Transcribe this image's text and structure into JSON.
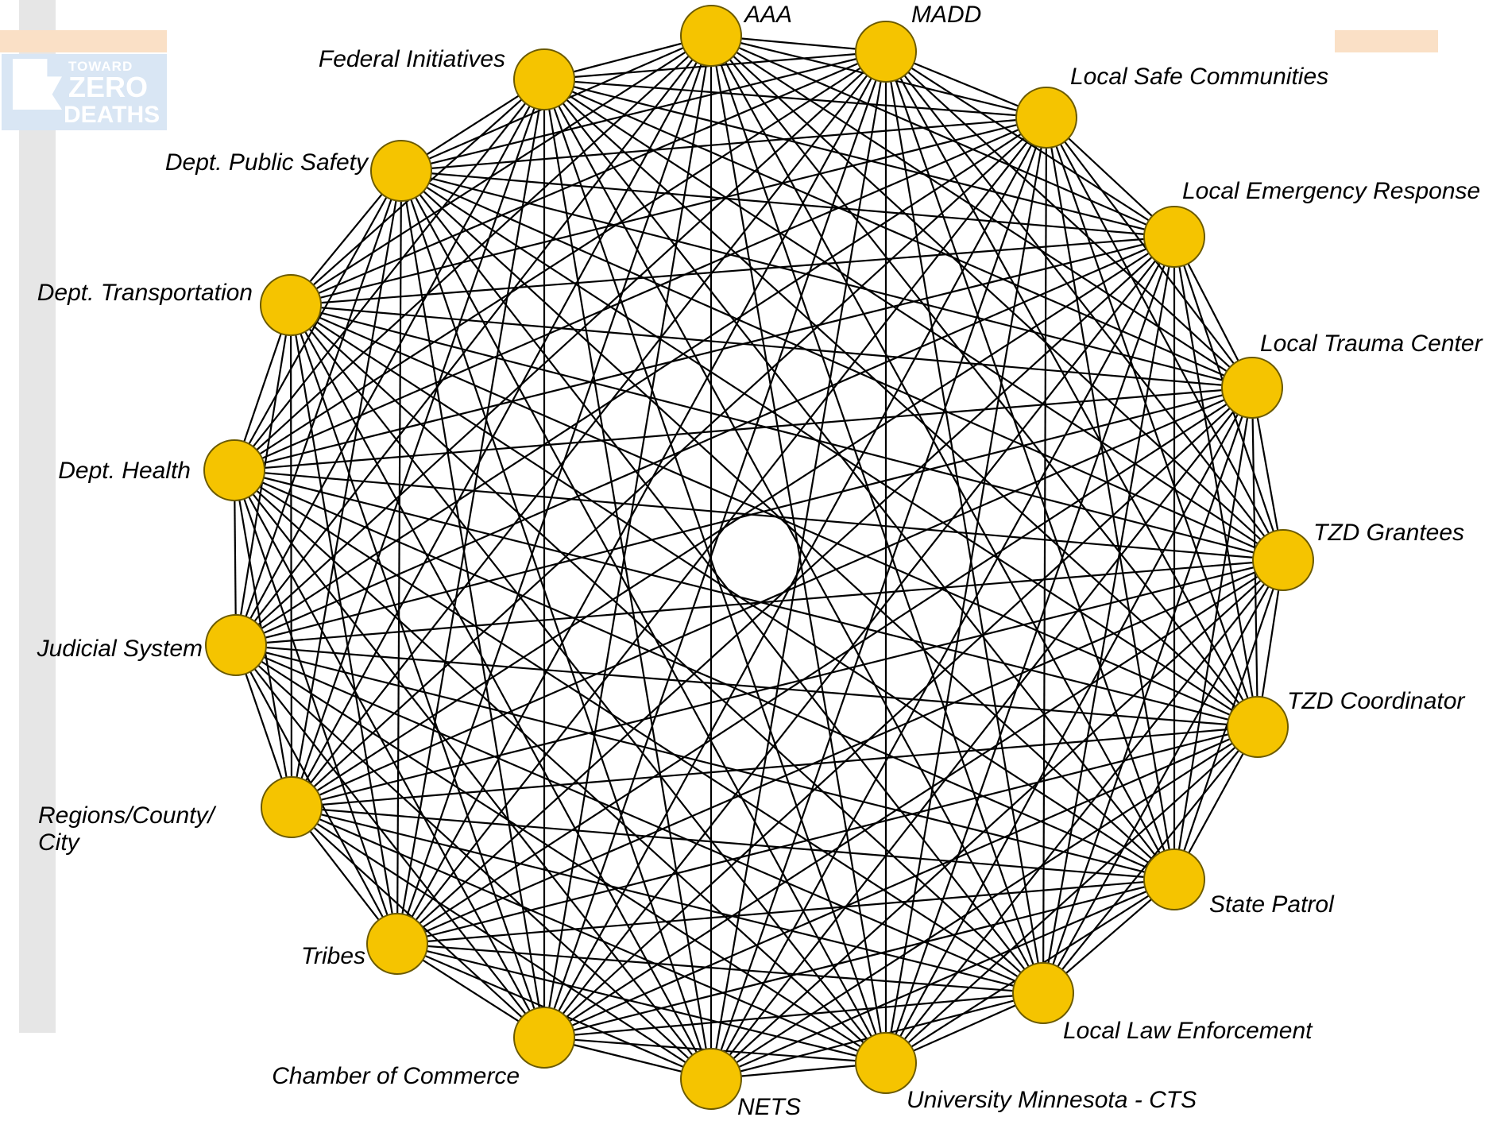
{
  "logo": {
    "line1": "TOWARD",
    "line2": "ZERO",
    "line3": "DEATHS"
  },
  "colors": {
    "node_fill": "#f5c400",
    "node_stroke": "#6b5a00",
    "edge": "#000000",
    "background_bar": "#e6e6e6",
    "accent_band": "#fae0c6",
    "logo_bg": "#d9e6f4"
  },
  "nodes": [
    {
      "id": "aaa",
      "lines": [
        "AAA"
      ]
    },
    {
      "id": "madd",
      "lines": [
        "MADD"
      ]
    },
    {
      "id": "local-safe-communities",
      "lines": [
        "Local Safe Communities"
      ]
    },
    {
      "id": "local-emergency-response",
      "lines": [
        "Local Emergency Response"
      ]
    },
    {
      "id": "local-trauma-center",
      "lines": [
        "Local Trauma Center"
      ]
    },
    {
      "id": "tzd-grantees",
      "lines": [
        "TZD Grantees"
      ]
    },
    {
      "id": "tzd-coordinator",
      "lines": [
        "TZD Coordinator"
      ]
    },
    {
      "id": "state-patrol",
      "lines": [
        "State Patrol"
      ]
    },
    {
      "id": "local-law-enforcement",
      "lines": [
        "Local Law Enforcement"
      ]
    },
    {
      "id": "university-minnesota-cts",
      "lines": [
        "University Minnesota - CTS"
      ]
    },
    {
      "id": "nets",
      "lines": [
        "NETS"
      ]
    },
    {
      "id": "chamber-of-commerce",
      "lines": [
        "Chamber of Commerce"
      ]
    },
    {
      "id": "tribes",
      "lines": [
        "Tribes"
      ]
    },
    {
      "id": "regions-county-city",
      "lines": [
        "Regions/County/",
        "City"
      ]
    },
    {
      "id": "judicial-system",
      "lines": [
        "Judicial System"
      ]
    },
    {
      "id": "dept-health",
      "lines": [
        "Dept. Health"
      ]
    },
    {
      "id": "dept-transportation",
      "lines": [
        "Dept. Transportation"
      ]
    },
    {
      "id": "dept-public-safety",
      "lines": [
        "Dept. Public Safety"
      ]
    },
    {
      "id": "federal-initiatives",
      "lines": [
        "Federal Initiatives"
      ]
    }
  ],
  "connectivity": "complete"
}
